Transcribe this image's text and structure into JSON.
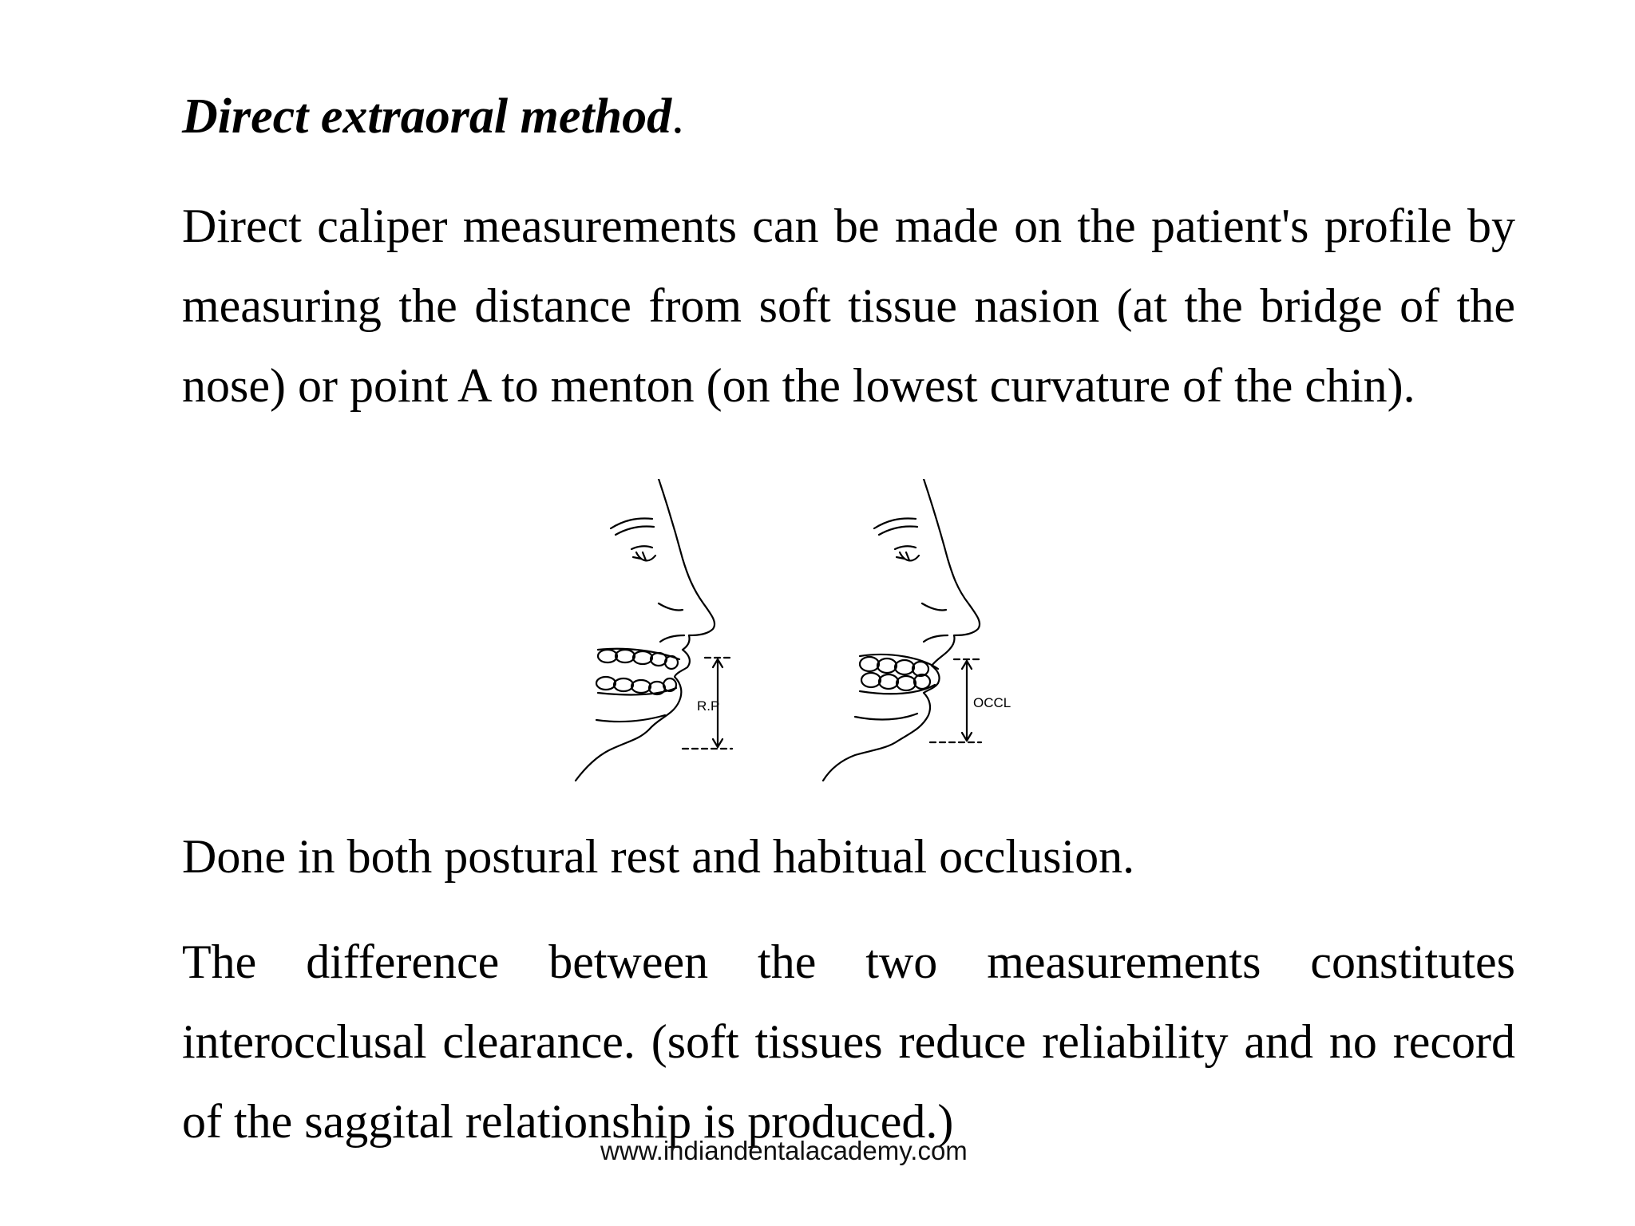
{
  "heading": {
    "title": "Direct extraoral method",
    "period": "."
  },
  "paragraphs": {
    "p1": "Direct caliper measurements can be made on the patient's profile by measuring the distance from soft tissue nasion (at the bridge of the nose) or point A to menton (on the lowest curvature of the chin).",
    "p2": "Done in both postural rest and habitual occlusion.",
    "p3": "The difference between the two measurements constitutes interocclusal clearance. (soft tissues reduce reliability and no record of the saggital relationship is produced.)"
  },
  "figure": {
    "left_label": "R.P",
    "right_label": "OCCL"
  },
  "watermark": "www.indiandentalacademy.com"
}
